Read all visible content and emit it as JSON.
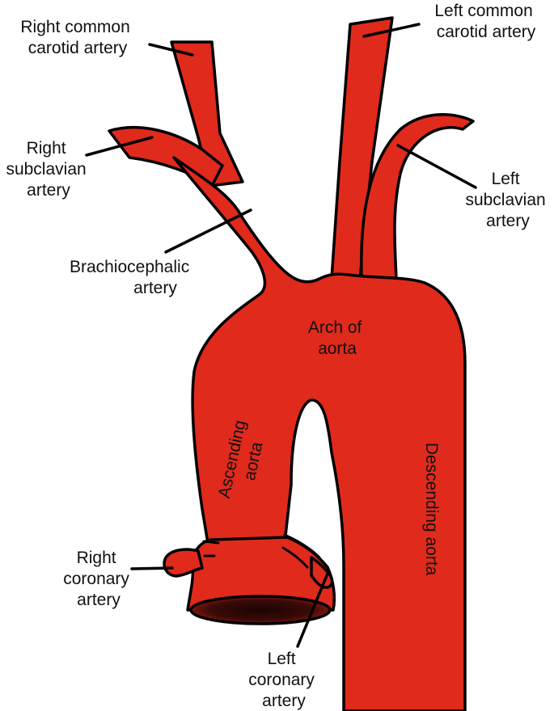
{
  "colors": {
    "vessel": "#e02a1c",
    "outline": "#000000",
    "opening_dark": "#2a0705"
  },
  "labels": {
    "right_common_carotid": [
      "Right common",
      "carotid artery"
    ],
    "left_common_carotid": [
      "Left common",
      "carotid artery"
    ],
    "right_subclavian": [
      "Right",
      "subclavian",
      "artery"
    ],
    "left_subclavian": [
      "Left",
      "subclavian",
      "artery"
    ],
    "brachiocephalic": [
      "Brachiocephalic",
      "artery"
    ],
    "arch": [
      "Arch of",
      "aorta"
    ],
    "ascending": [
      "Ascending",
      "aorta"
    ],
    "descending": "Descending aorta",
    "right_coronary": [
      "Right",
      "coronary",
      "artery"
    ],
    "left_coronary": [
      "Left",
      "coronary",
      "artery"
    ]
  }
}
